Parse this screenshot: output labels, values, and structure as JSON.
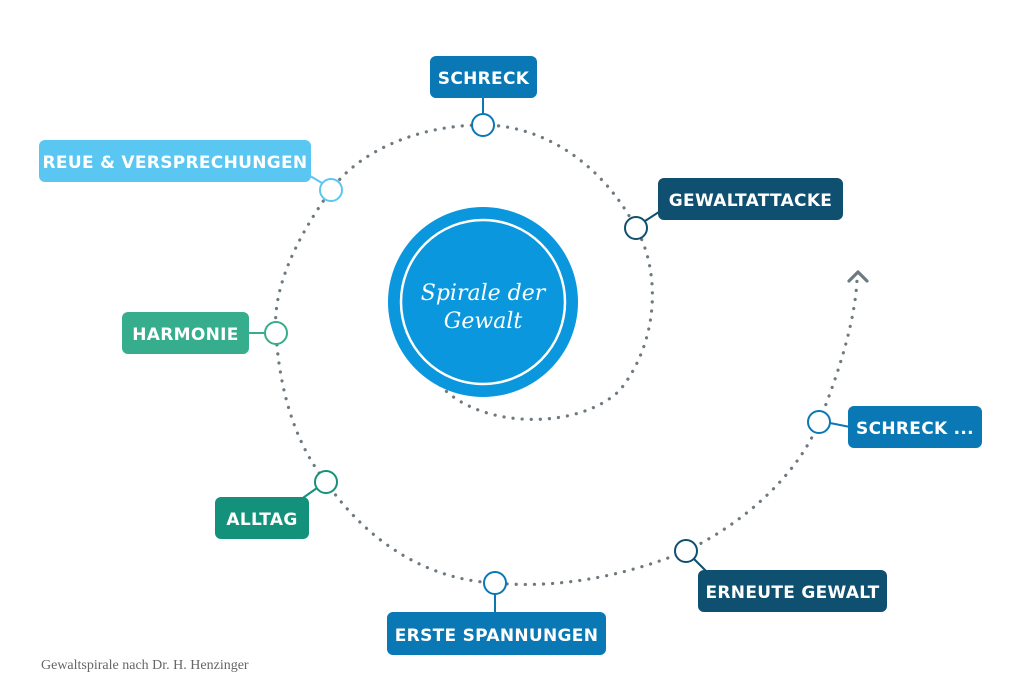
{
  "center": {
    "line1": "Spirale der",
    "line2": "Gewalt",
    "color": "#0a97dd"
  },
  "stages": [
    {
      "key": "schreck",
      "label": "SCHRECK",
      "color": "#0a78b4"
    },
    {
      "key": "gewaltattacke",
      "label": "GEWALTATTACKE",
      "color": "#0f4f6f"
    },
    {
      "key": "reue",
      "label": "REUE & VERSPRECHUNGEN",
      "color": "#5ac6f2"
    },
    {
      "key": "harmonie",
      "label": "HARMONIE",
      "color": "#36ad8c"
    },
    {
      "key": "alltag",
      "label": "ALLTAG",
      "color": "#14917a"
    },
    {
      "key": "erste-spannungen",
      "label": "ERSTE SPANNUNGEN",
      "color": "#0a78b4"
    },
    {
      "key": "erneute-gewalt",
      "label": "ERNEUTE GEWALT",
      "color": "#0f4f6f"
    },
    {
      "key": "schreck-2",
      "label": "SCHRECK ...",
      "color": "#0a78b4"
    }
  ],
  "arrow_icon": "chevron-up-icon",
  "dot_color": "#6e7a80",
  "caption": "Gewaltspirale nach Dr. H. Henzinger"
}
